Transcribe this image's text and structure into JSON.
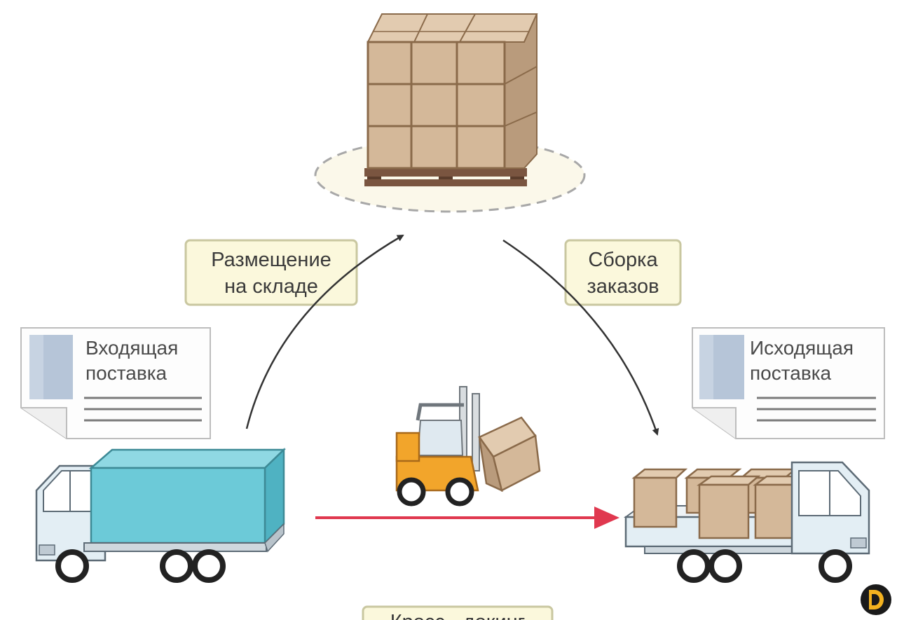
{
  "labels": {
    "placement": {
      "line1": "Размещение",
      "line2": "на складе"
    },
    "picking": {
      "line1": "Сборка",
      "line2": "заказов"
    },
    "cross": {
      "line1": "Кросс - докинг"
    }
  },
  "documents": {
    "incoming": {
      "line1": "Входящая",
      "line2": "поставка"
    },
    "outgoing": {
      "line1": "Исходящая",
      "line2": "поставка"
    }
  },
  "colors": {
    "note_fill": "#fbf8dc",
    "note_border": "#c9c7a0",
    "box_fill": "#d4b899",
    "box_edge": "#8a6a4a",
    "trailer": "#6ccad8",
    "cab": "#e3eef4",
    "arrow_red": "#e0384f",
    "arrow_dark": "#333333",
    "forklift": "#f2a52b"
  },
  "icons": [
    "pallet-icon",
    "truck-icon",
    "forklift-icon",
    "document-icon",
    "logo-icon"
  ]
}
